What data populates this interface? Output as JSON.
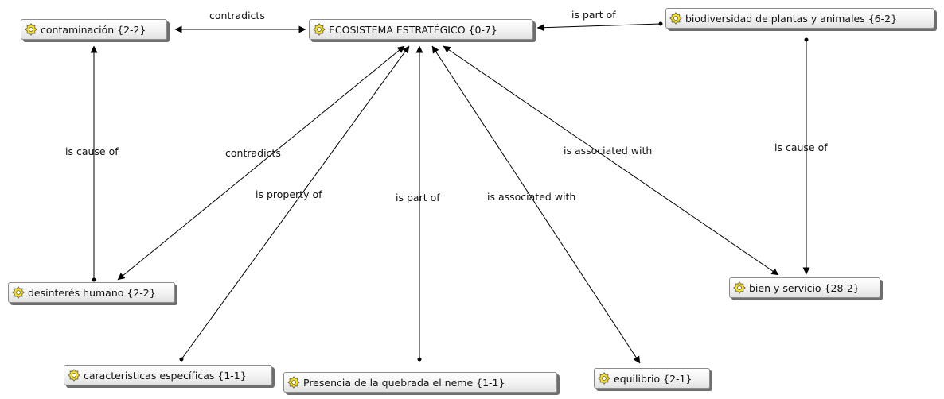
{
  "nodes": {
    "ecosistema": "ECOSISTEMA ESTRATÉGICO {0-7}",
    "contaminacion": "contaminación {2-2}",
    "biodiversidad": "biodiversidad de plantas y animales {6-2}",
    "desinteres": "desinterés humano {2-2}",
    "bien_servicio": "bien y  servicio {28-2}",
    "caracteristicas": "caracteristicas específicas {1-1}",
    "presencia": "Presencia de la quebrada el neme {1-1}",
    "equilibrio": "equilibrio {2-1}"
  },
  "edges": {
    "contradicts_top": "contradicts",
    "is_part_of_top": "is part of",
    "is_cause_of_left": "is cause of",
    "contradicts_mid": "contradicts",
    "is_property_of": "is property of",
    "is_part_of_mid": "is part of",
    "is_associated_with_equilibrio": "is associated with",
    "is_associated_with_bien": "is associated with",
    "is_cause_of_right": "is cause of"
  },
  "colors": {
    "icon_fill": "#f5e020",
    "node_border": "#8c8c8c",
    "edge": "#000000"
  },
  "icon": "code-icon"
}
